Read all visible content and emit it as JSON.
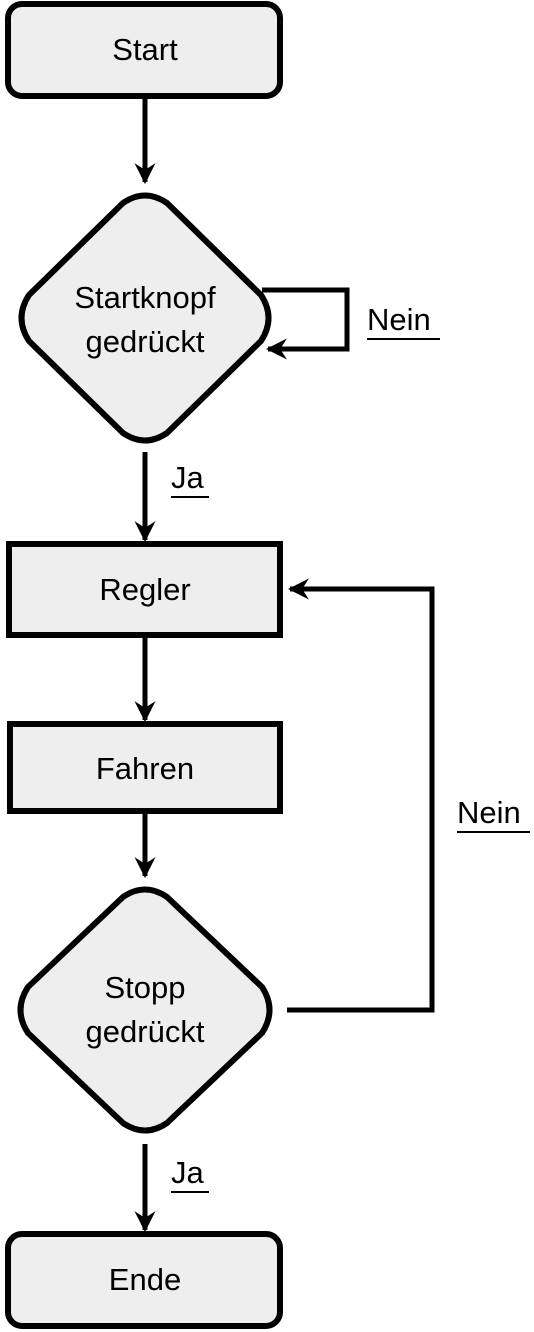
{
  "colors": {
    "node_fill": "#eeeeee",
    "stroke": "#000000",
    "background": "#ffffff"
  },
  "nodes": {
    "start": {
      "label": "Start"
    },
    "decision_start": {
      "line1": "Startknopf",
      "line2": "gedrückt"
    },
    "regler": {
      "label": "Regler"
    },
    "fahren": {
      "label": "Fahren"
    },
    "decision_stop": {
      "line1": "Stopp",
      "line2": "gedrückt"
    },
    "ende": {
      "label": "Ende"
    }
  },
  "edges": {
    "start_no": "Nein",
    "start_yes": "Ja",
    "stop_no": "Nein",
    "stop_yes": "Ja"
  }
}
